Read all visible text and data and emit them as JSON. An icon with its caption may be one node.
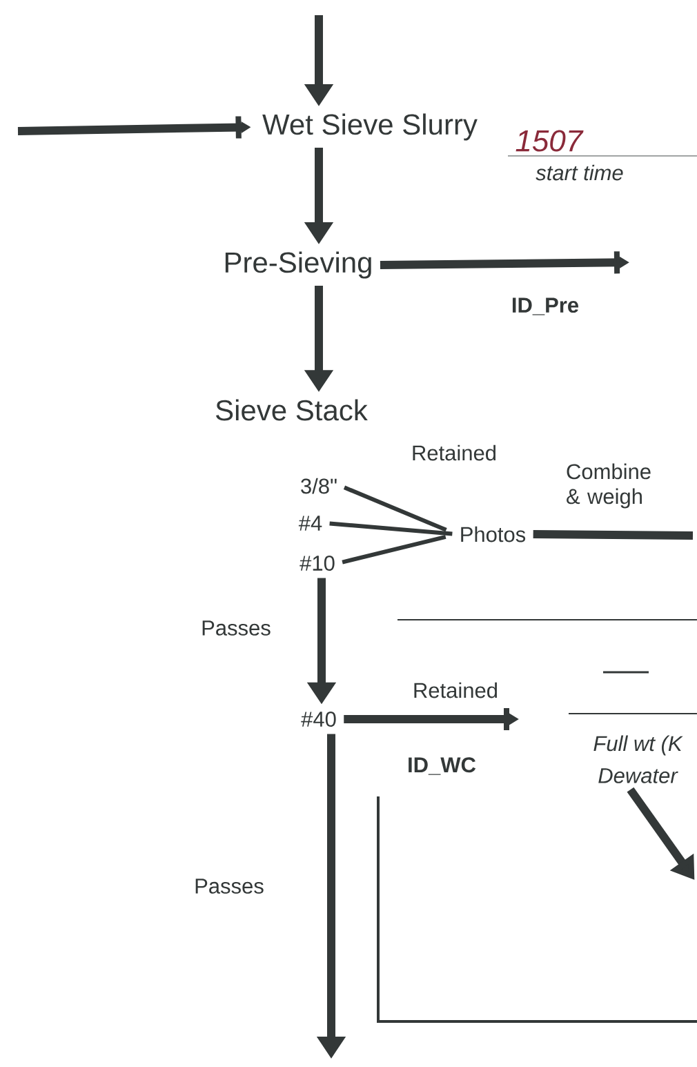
{
  "diagram": {
    "nodes": [
      {
        "text": [
          "Wet Sieve Slurry"
        ],
        "beside": [
          "1507",
          "start time"
        ]
      },
      {
        "text": [
          "Pre-Sieving"
        ]
      },
      {
        "text": [
          "Sieve Stack"
        ]
      },
      {
        "text": [
          "3/8\""
        ]
      },
      {
        "text": [
          "#4"
        ]
      },
      {
        "text": [
          "#10"
        ]
      },
      {
        "text": [
          "Photos"
        ]
      },
      {
        "text": [
          "#40"
        ]
      },
      {
        "text": [
          "Dewater"
        ]
      }
    ],
    "edges": [
      {
        "from": null,
        "to": 0,
        "arrow": "to"
      },
      {
        "from": null,
        "to": 0,
        "arrow": "to"
      },
      {
        "from": 0,
        "to": 1,
        "arrow": "to"
      },
      {
        "from": 1,
        "to": null,
        "arrow": "to",
        "label": "ID_Pre"
      },
      {
        "from": 1,
        "to": 2,
        "arrow": "to"
      },
      {
        "from": 3,
        "to": 6,
        "arrow": "none"
      },
      {
        "from": 4,
        "to": 6,
        "arrow": "none"
      },
      {
        "from": 5,
        "to": 6,
        "arrow": "none"
      },
      {
        "from": 6,
        "to": null,
        "arrow": "none",
        "label": "Combine & weigh"
      },
      {
        "from": 5,
        "to": 7,
        "arrow": "to",
        "label": "Passes"
      },
      {
        "from": 7,
        "to": null,
        "arrow": "to",
        "label": "Retained"
      },
      {
        "from": 7,
        "to": null,
        "arrow": "to",
        "label": "Passes"
      },
      {
        "from": 8,
        "to": null,
        "arrow": "to"
      }
    ],
    "labels": [
      "Retained",
      "ID_WC",
      "Full wt (K"
    ]
  }
}
